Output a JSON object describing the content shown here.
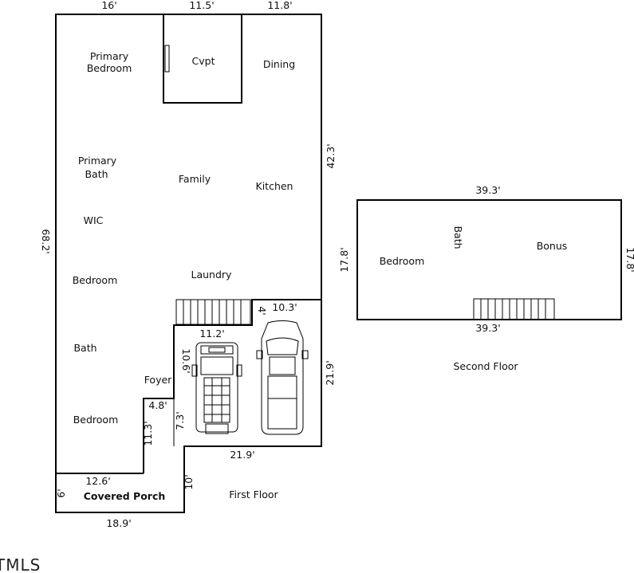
{
  "first_floor": {
    "caption": "First Floor",
    "rooms": {
      "primary_bedroom": [
        "Primary",
        "Bedroom"
      ],
      "cvpt": "Cvpt",
      "dining": "Dining",
      "primary_bath": [
        "Primary",
        "Bath"
      ],
      "family": "Family",
      "kitchen": "Kitchen",
      "wic": "WIC",
      "bedroom_1": "Bedroom",
      "laundry": "Laundry",
      "bath": "Bath",
      "foyer": "Foyer",
      "bedroom_2": "Bedroom",
      "covered_porch": "Covered Porch"
    },
    "dimensions": {
      "top_left": "16'",
      "top_mid": "11.5'",
      "top_right": "11.8'",
      "right_upper": "42.3'",
      "left": "68.2'",
      "garage_top": "10.3'",
      "garage_step": "4'",
      "garage_inner": "11.2'",
      "garage_side": "10.6'",
      "garage_right": "21.9'",
      "garage_bottom": "21.9'",
      "foyer_width": "4.8'",
      "foyer_left": "11.3'",
      "garage_lower_left": "7.3'",
      "porch_top": "12.6'",
      "porch_side": "6'",
      "porch_right": "10'",
      "porch_bottom": "18.9'"
    }
  },
  "second_floor": {
    "caption": "Second Floor",
    "rooms": {
      "bedroom": "Bedroom",
      "bath": "Bath",
      "bonus": "Bonus"
    },
    "dimensions": {
      "top": "39.3'",
      "bottom": "39.3'",
      "left": "17.8'",
      "right": "17.8'"
    }
  },
  "logo_text": "TMLS"
}
